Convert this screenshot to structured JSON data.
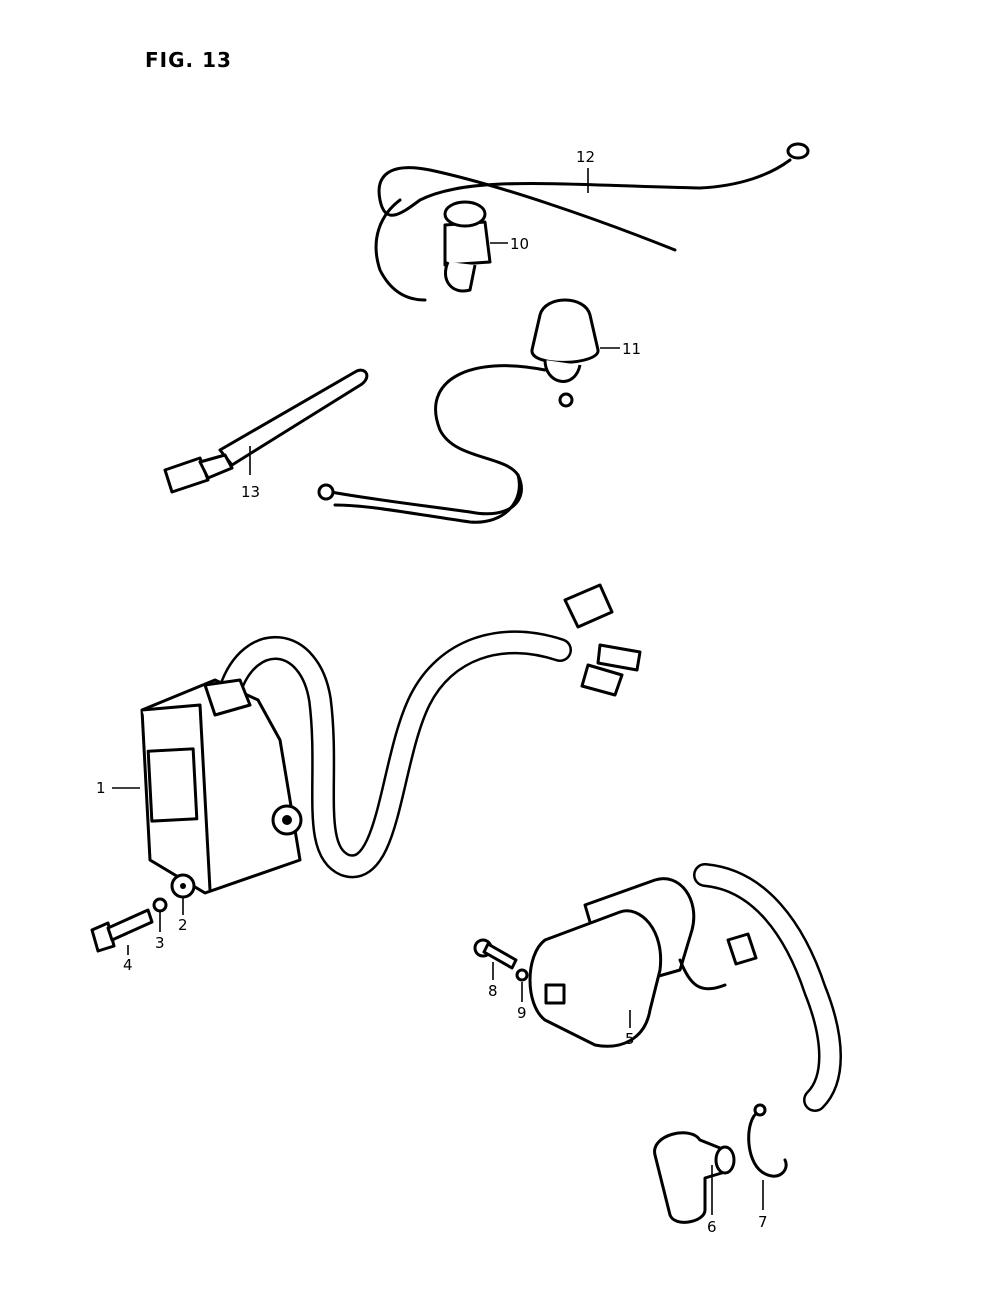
{
  "figure": {
    "title": "FIG. 13"
  },
  "callouts": [
    {
      "id": "1",
      "label": "1"
    },
    {
      "id": "2",
      "label": "2"
    },
    {
      "id": "3",
      "label": "3"
    },
    {
      "id": "4",
      "label": "4"
    },
    {
      "id": "5",
      "label": "5"
    },
    {
      "id": "6",
      "label": "6"
    },
    {
      "id": "7",
      "label": "7"
    },
    {
      "id": "8",
      "label": "8"
    },
    {
      "id": "9",
      "label": "9"
    },
    {
      "id": "10",
      "label": "10"
    },
    {
      "id": "11",
      "label": "11"
    },
    {
      "id": "12",
      "label": "12"
    },
    {
      "id": "13",
      "label": "13"
    }
  ]
}
